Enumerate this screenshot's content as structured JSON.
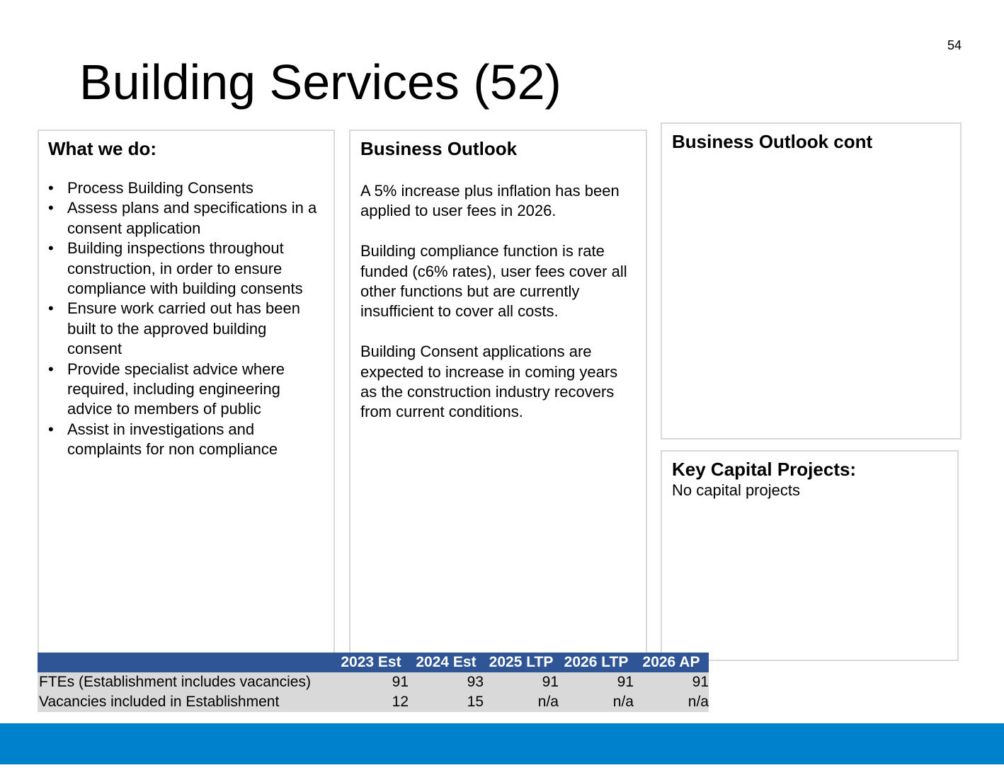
{
  "page_number": "54",
  "title": "Building Services (52)",
  "what_we_do": {
    "heading": "What we do:",
    "items": [
      "Process Building Consents",
      "Assess plans and specifications in a consent application",
      "Building inspections throughout construction, in order to ensure compliance with building consents",
      "Ensure work carried out has been built to the approved building consent",
      "Provide specialist advice where required, including engineering advice to members of public",
      "Assist in investigations and complaints for non compliance"
    ]
  },
  "business_outlook": {
    "heading": "Business Outlook",
    "paragraphs": [
      "A 5% increase plus inflation has been applied to user fees in 2026.",
      "Building compliance function is rate funded (c6% rates), user fees cover all other functions but are currently insufficient to cover all costs.",
      "Building Consent applications are expected to increase in coming years as the construction industry recovers from current conditions."
    ]
  },
  "business_outlook_cont": {
    "heading": "Business Outlook cont"
  },
  "key_capital_projects": {
    "heading": "Key Capital Projects:",
    "text": "No capital projects"
  },
  "fte_table": {
    "columns": [
      "",
      "2023 Est",
      "2024 Est",
      "2025 LTP",
      "2026 LTP",
      "2026 AP"
    ],
    "rows": [
      {
        "label": "FTEs (Establishment includes vacancies)",
        "values": [
          "91",
          "93",
          "91",
          "91",
          "91"
        ]
      },
      {
        "label": "Vacancies included in Establishment",
        "values": [
          "12",
          "15",
          "n/a",
          "n/a",
          "n/a"
        ]
      }
    ],
    "header_color": "#2f5597",
    "row_color": "#d9d9d9"
  },
  "footer_bar_color": "#0081cc"
}
